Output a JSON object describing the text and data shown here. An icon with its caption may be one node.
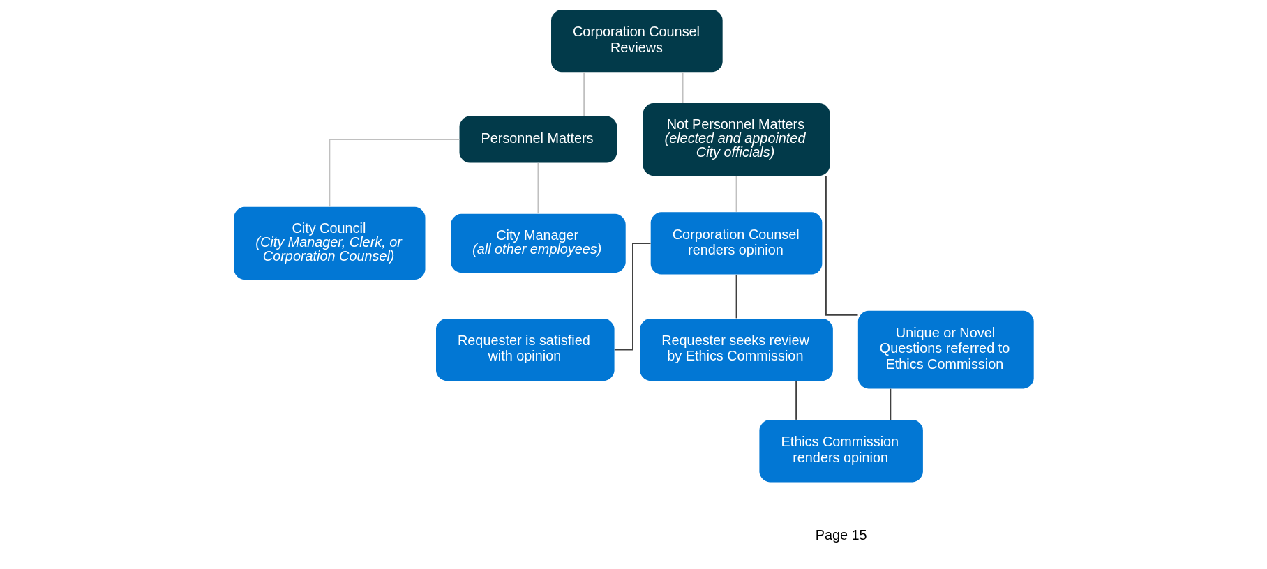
{
  "diagram": {
    "nodes": [
      {
        "text": [
          "Corporation Counsel Reviews"
        ]
      },
      {
        "text": [
          "Personnel Matters"
        ]
      },
      {
        "text": [
          "Not Personnel Matters",
          "(elected and appointed City officials)"
        ]
      },
      {
        "text": [
          "City Council",
          "(City Manager, Clerk, or Corporation Counsel)"
        ]
      },
      {
        "text": [
          "City Manager",
          "(all other employees)"
        ]
      },
      {
        "text": [
          "Corporation Counsel renders opinion"
        ]
      },
      {
        "text": [
          "Unique or Novel Questions referred to Ethics Commission"
        ]
      },
      {
        "text": [
          "Requester is satisfied with opinion"
        ]
      },
      {
        "text": [
          "Requester seeks review by Ethics Commission"
        ]
      },
      {
        "text": [
          "Ethics Commission renders opinion"
        ]
      }
    ],
    "edges": [
      {
        "from": 0,
        "to": 1,
        "arrow": "none"
      },
      {
        "from": 0,
        "to": 2,
        "arrow": "none"
      },
      {
        "from": 1,
        "to": 3,
        "arrow": "none"
      },
      {
        "from": 1,
        "to": 4,
        "arrow": "none"
      },
      {
        "from": 2,
        "to": 5,
        "arrow": "none"
      },
      {
        "from": 2,
        "to": 6,
        "arrow": "none",
        "color": "#404040"
      },
      {
        "from": 5,
        "to": 7,
        "arrow": "none",
        "color": "#404040"
      },
      {
        "from": 5,
        "to": 8,
        "arrow": "none",
        "color": "#404040"
      },
      {
        "from": 6,
        "to": 9,
        "arrow": "none",
        "color": "#404040"
      },
      {
        "from": 8,
        "to": 9,
        "arrow": "none",
        "color": "#404040"
      }
    ],
    "labels": [
      "Page 15"
    ]
  }
}
